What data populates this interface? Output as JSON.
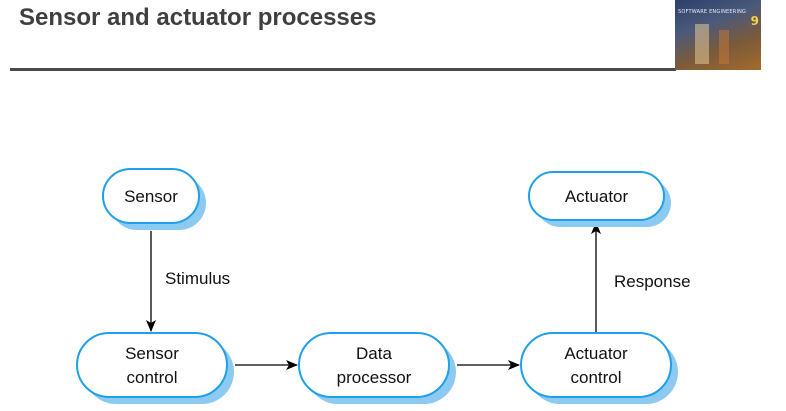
{
  "header": {
    "title": "Sensor and actuator processes"
  },
  "cover": {
    "caption": "SOFTWARE ENGINEERING",
    "edition": "9"
  },
  "diagram": {
    "colors": {
      "node_fill": "#ffffff",
      "node_border": "#1ea1e8",
      "node_shadow": "#8ccaf2",
      "edge": "#000000"
    },
    "nodes": {
      "sensor": {
        "lines": [
          "Sensor"
        ]
      },
      "actuator": {
        "lines": [
          "Actuator"
        ]
      },
      "sensor_control": {
        "lines": [
          "Sensor",
          "control"
        ]
      },
      "data_processor": {
        "lines": [
          "Data",
          "processor"
        ]
      },
      "actuator_control": {
        "lines": [
          "Actuator",
          "control"
        ]
      }
    },
    "edges": {
      "stimulus": {
        "label": "Stimulus"
      },
      "response": {
        "label": "Response"
      }
    }
  }
}
